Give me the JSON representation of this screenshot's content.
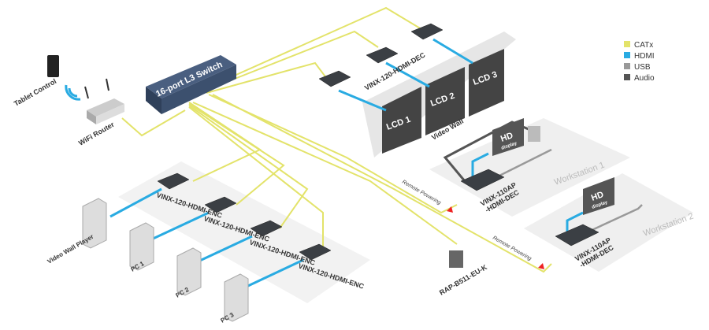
{
  "legend": {
    "items": [
      {
        "label": "CATx",
        "color": "#e3e36a"
      },
      {
        "label": "HDMI",
        "color": "#29abe2"
      },
      {
        "label": "USB",
        "color": "#999999"
      },
      {
        "label": "Audio",
        "color": "#555555"
      }
    ]
  },
  "labels": {
    "tablet": "Tablet Control",
    "router": "WiFi Router",
    "switch": "16-port L3 Switch",
    "decoder": "VINX-120-HDMI-DEC",
    "lcd1": "LCD 1",
    "lcd2": "LCD 2",
    "lcd3": "LCD 3",
    "video_wall": "Video Wall",
    "workstation1": "Workstation 1",
    "workstation2": "Workstation 2",
    "ap_dec_line1": "VINX-110AP",
    "ap_dec_line2": "-HDMI-DEC",
    "hd": "HD",
    "display": "display",
    "remote_powering": "Remote Powering",
    "rap": "RAP-B511-EU-K",
    "encoder": "VINX-120-HDMI-ENC",
    "video_wall_player": "Video Wall Player",
    "pc1": "PC 1",
    "pc2": "PC 2",
    "pc3": "PC 3"
  }
}
